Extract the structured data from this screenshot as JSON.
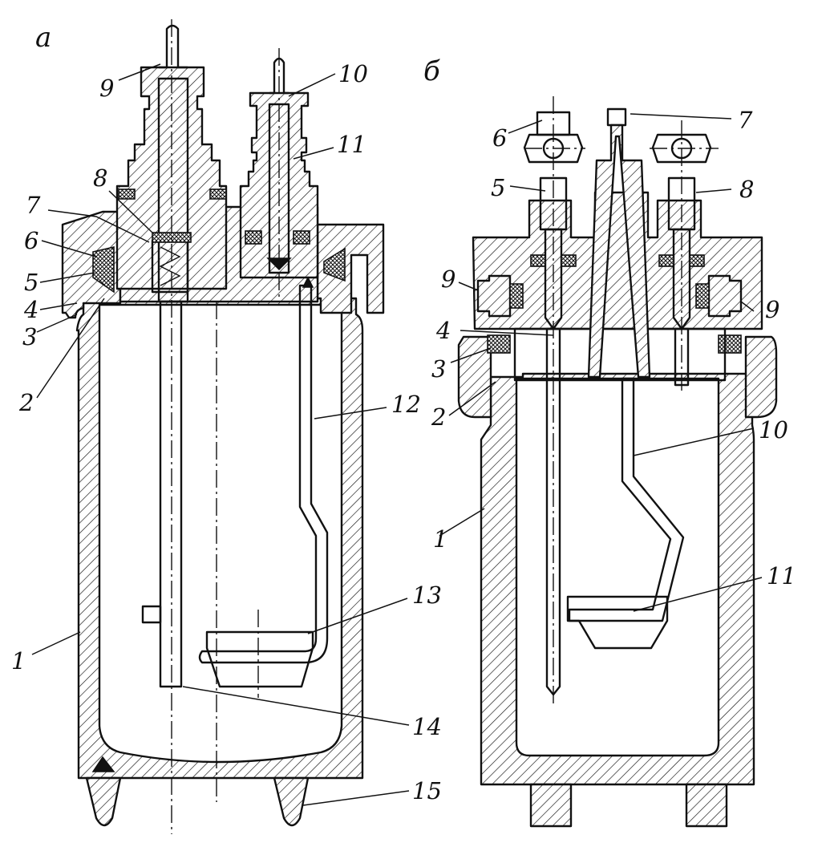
{
  "views": [
    {
      "id": "a",
      "letter": "а",
      "labels": [
        "1",
        "2",
        "3",
        "4",
        "5",
        "6",
        "7",
        "8",
        "9",
        "10",
        "11",
        "12",
        "13",
        "14",
        "15"
      ]
    },
    {
      "id": "b",
      "letter": "б",
      "labels": [
        "1",
        "2",
        "3",
        "4",
        "5",
        "6",
        "7",
        "8",
        "9",
        "9",
        "10",
        "11"
      ]
    }
  ]
}
